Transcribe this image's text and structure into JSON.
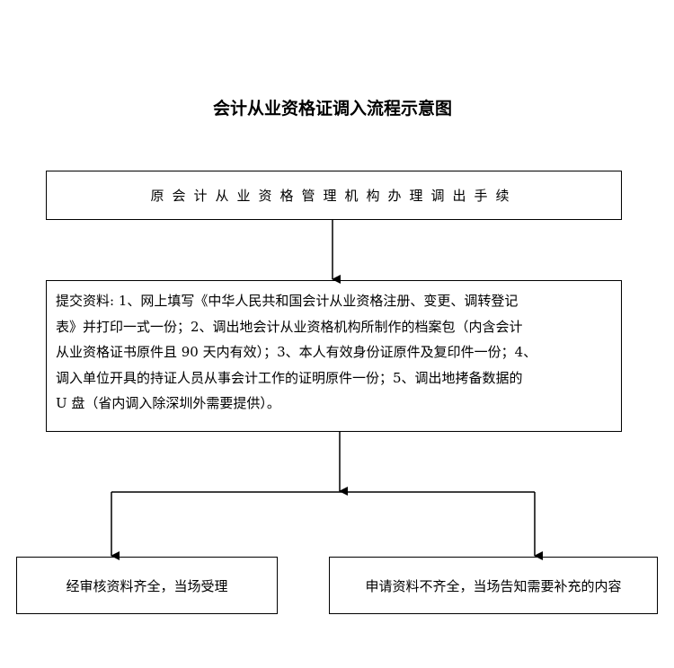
{
  "title": "会计从业资格证调入流程示意图",
  "step1": "原会计从业资格管理机构办理调出手续",
  "step2_lines": [
    "提交资料: 1、网上填写《中华人民共和国会计从业资格注册、变更、调转登记",
    "表》并打印一式一份；2、调出地会计从业资格机构所制作的档案包（内含会计",
    "从业资格证书原件且 90 天内有效）；3、本人有效身份证原件及复印件一份；4、",
    "调入单位开具的持证人员从事会计工作的证明原件一份；5、调出地拷备数据的",
    "U 盘（省内调入除深圳外需要提供）。"
  ],
  "outcome_accept": "经审核资料齐全，当场受理",
  "outcome_reject": "申请资料不齐全，当场告知需要补充的内容"
}
